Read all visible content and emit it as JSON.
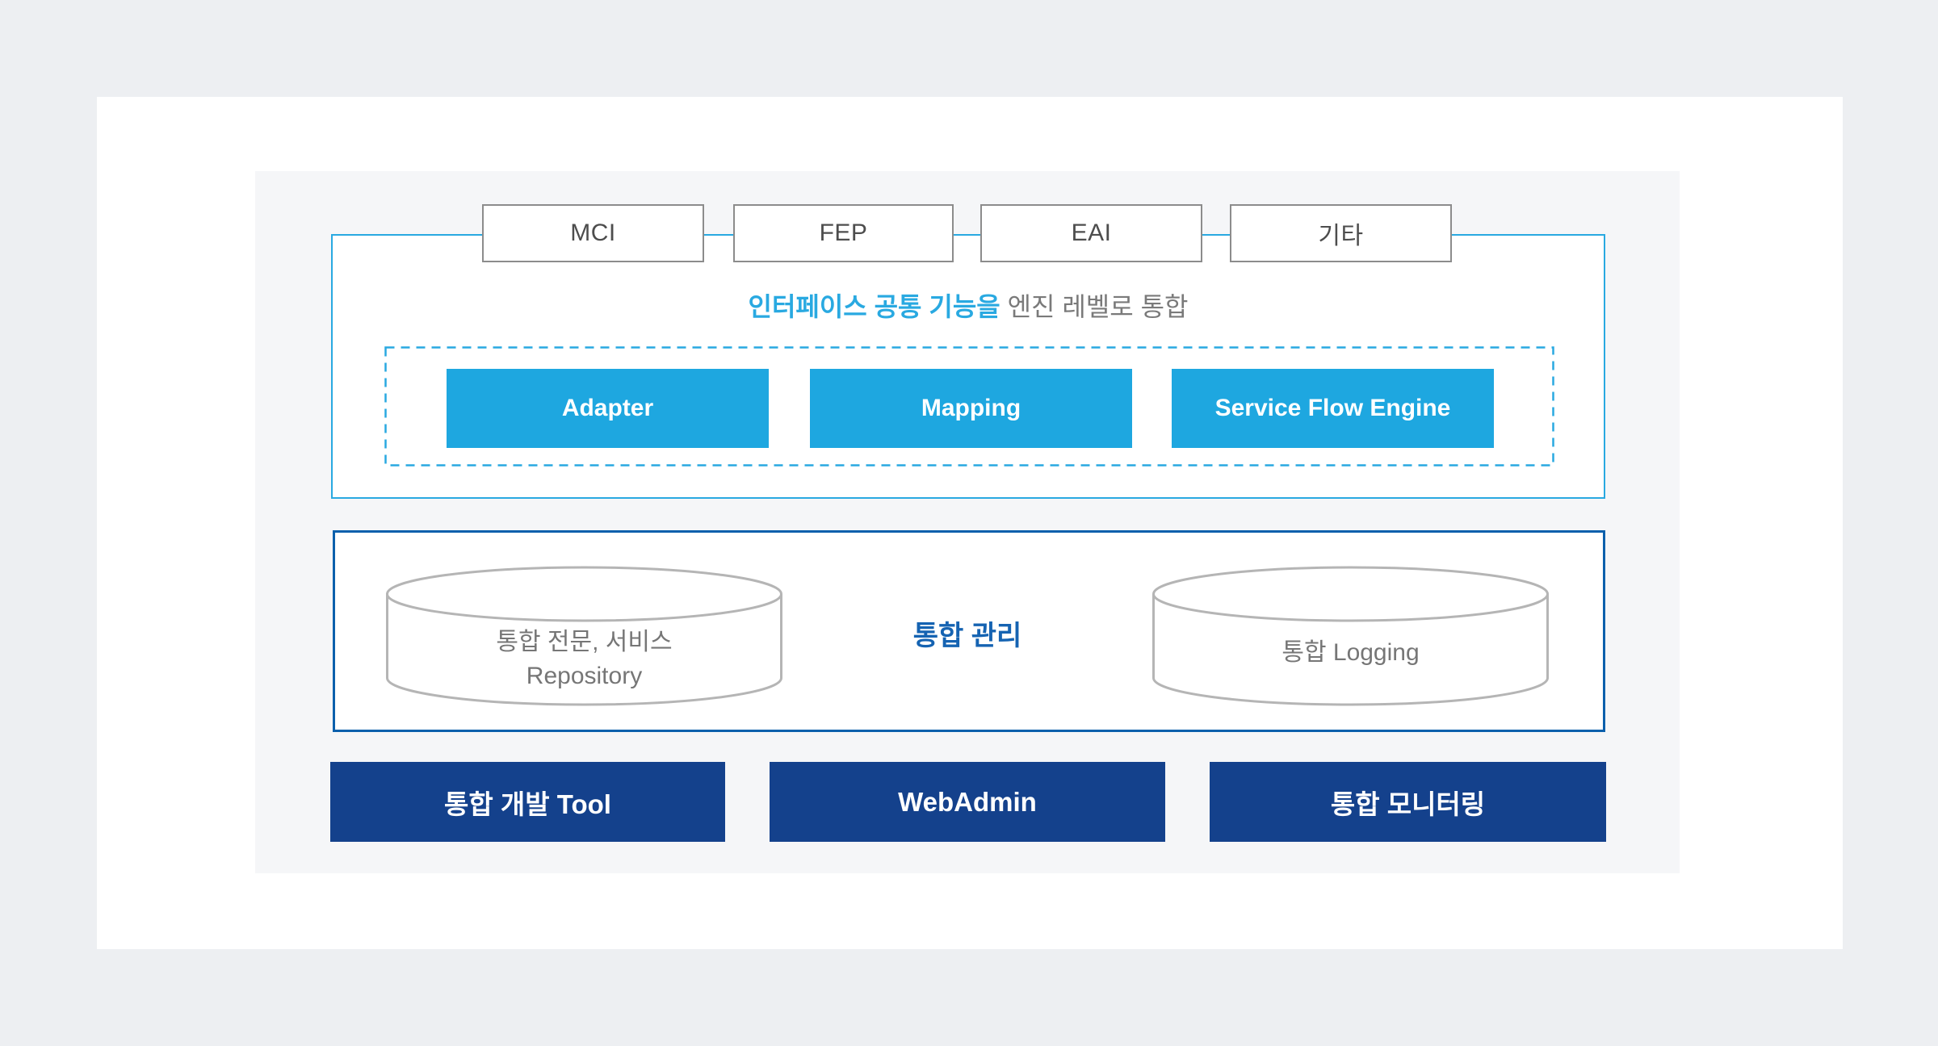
{
  "diagram": {
    "top_systems": [
      {
        "label": "MCI"
      },
      {
        "label": "FEP"
      },
      {
        "label": "EAI"
      },
      {
        "label": "기타"
      }
    ],
    "headline": {
      "highlight": "인터페이스 공통 기능을",
      "rest": " 엔진 레벨로 통합"
    },
    "engine_modules": [
      {
        "label": "Adapter"
      },
      {
        "label": "Mapping"
      },
      {
        "label": "Service Flow Engine"
      }
    ],
    "management": {
      "title": "통합 관리",
      "repositories": [
        {
          "lines": [
            "통합 전문, 서비스",
            "Repository"
          ]
        },
        {
          "lines": [
            "통합 Logging"
          ]
        }
      ]
    },
    "tools": [
      {
        "label": "통합 개발 Tool"
      },
      {
        "label": "WebAdmin"
      },
      {
        "label": "통합 모니터링"
      }
    ],
    "colors": {
      "accent_cyan": "#29a9e1",
      "module_fill": "#1ea7e0",
      "management_border": "#0b60ac",
      "management_text": "#1563b2",
      "navy_fill": "#14418c",
      "system_border": "#8c8c8c",
      "gray_text": "#7a7a7a",
      "cylinder_stroke": "#b5b5b5"
    }
  }
}
